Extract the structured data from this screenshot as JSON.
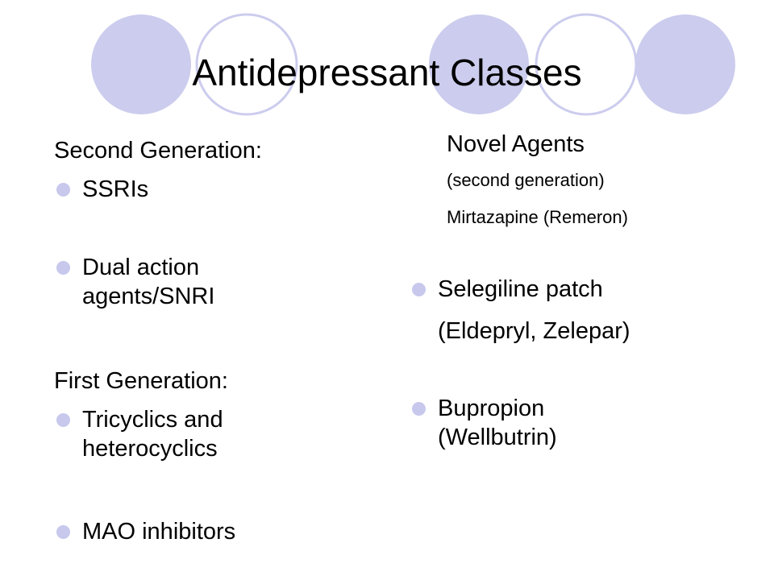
{
  "colors": {
    "circle_fill": "#ccccee",
    "circle_outline": "#ccccee",
    "bullet": "#c7c8ec",
    "text": "#000000",
    "background": "#ffffff"
  },
  "slide": {
    "title": "Antidepressant Classes",
    "left": {
      "second_gen_heading": "Second Generation:",
      "ssris": "SSRIs",
      "dual_line1": "Dual action",
      "dual_line2": "agents/SNRI",
      "first_gen_heading": "First Generation:",
      "tricyclics_line1": "Tricyclics and",
      "tricyclics_line2": "heterocyclics",
      "mao": "MAO inhibitors"
    },
    "right": {
      "novel_heading": "Novel Agents",
      "novel_sub": "(second generation)",
      "mirtazapine": "Mirtazapine (Remeron)",
      "selegiline": "Selegiline patch",
      "selegiline_brands": "(Eldepryl, Zelepar)",
      "bupropion_line1": "Bupropion",
      "bupropion_line2": "(Wellbutrin)"
    }
  }
}
